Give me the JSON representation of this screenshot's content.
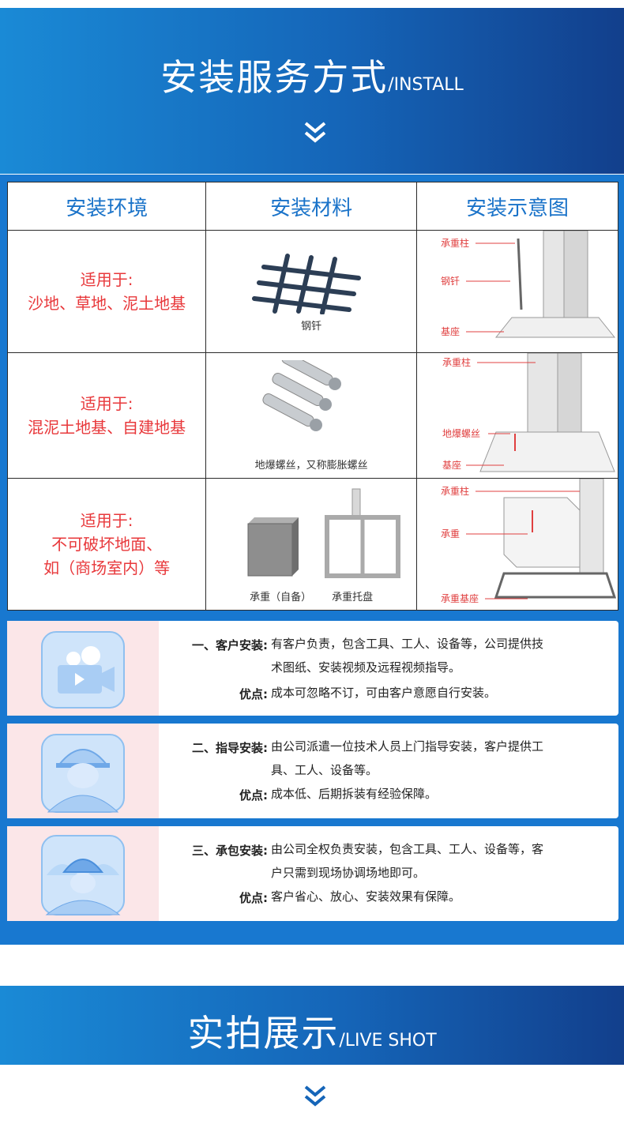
{
  "install_banner": {
    "title": "安装服务方式",
    "subtitle": "/INSTALL"
  },
  "table": {
    "headers": [
      "安装环境",
      "安装材料",
      "安装示意图"
    ],
    "rows": [
      {
        "env_line1": "适用于:",
        "env_line2": "沙地、草地、泥土地基",
        "env_line3": "",
        "material_caption": "钢钎",
        "diagram_labels": [
          "承重柱",
          "钢钎",
          "基座"
        ]
      },
      {
        "env_line1": "适用于:",
        "env_line2": "混泥土地基、自建地基",
        "env_line3": "",
        "material_caption": "地爆螺丝，又称膨胀螺丝",
        "diagram_labels": [
          "承重柱",
          "地爆螺丝",
          "基座"
        ]
      },
      {
        "env_line1": "适用于:",
        "env_line2": "不可破坏地面、",
        "env_line3": "如（商场室内）等",
        "material_caption_a": "承重（自备）",
        "material_caption_b": "承重托盘",
        "diagram_labels": [
          "承重柱",
          "承重",
          "承重基座"
        ]
      }
    ]
  },
  "cards": [
    {
      "label": "一、客户安装:",
      "text1": "有客户负责，包含工具、工人、设备等，公司提供技",
      "text2": "术图纸、安装视频及远程视频指导。",
      "adv_label": "优点:",
      "adv": "成本可忽略不订，可由客户意愿自行安装。"
    },
    {
      "label": "二、指导安装:",
      "text1": "由公司派遣一位技术人员上门指导安装，客户提供工",
      "text2": "具、工人、设备等。",
      "adv_label": "优点:",
      "adv": "成本低、后期拆装有经验保障。"
    },
    {
      "label": "三、承包安装:",
      "text1": "由公司全权负责安装，包含工具、工人、设备等，客",
      "text2": "户只需到现场协调场地即可。",
      "adv_label": "优点:",
      "adv": "客户省心、放心、安装效果有保障。"
    }
  ],
  "live_banner": {
    "title": "实拍展示",
    "subtitle": "/LIVE SHOT"
  },
  "colors": {
    "banner_light": "#1a8ad6",
    "banner_dark": "#123f8c",
    "header_blue": "#1a73c9",
    "env_red": "#e8383b",
    "panel_blue": "#1878d0"
  }
}
